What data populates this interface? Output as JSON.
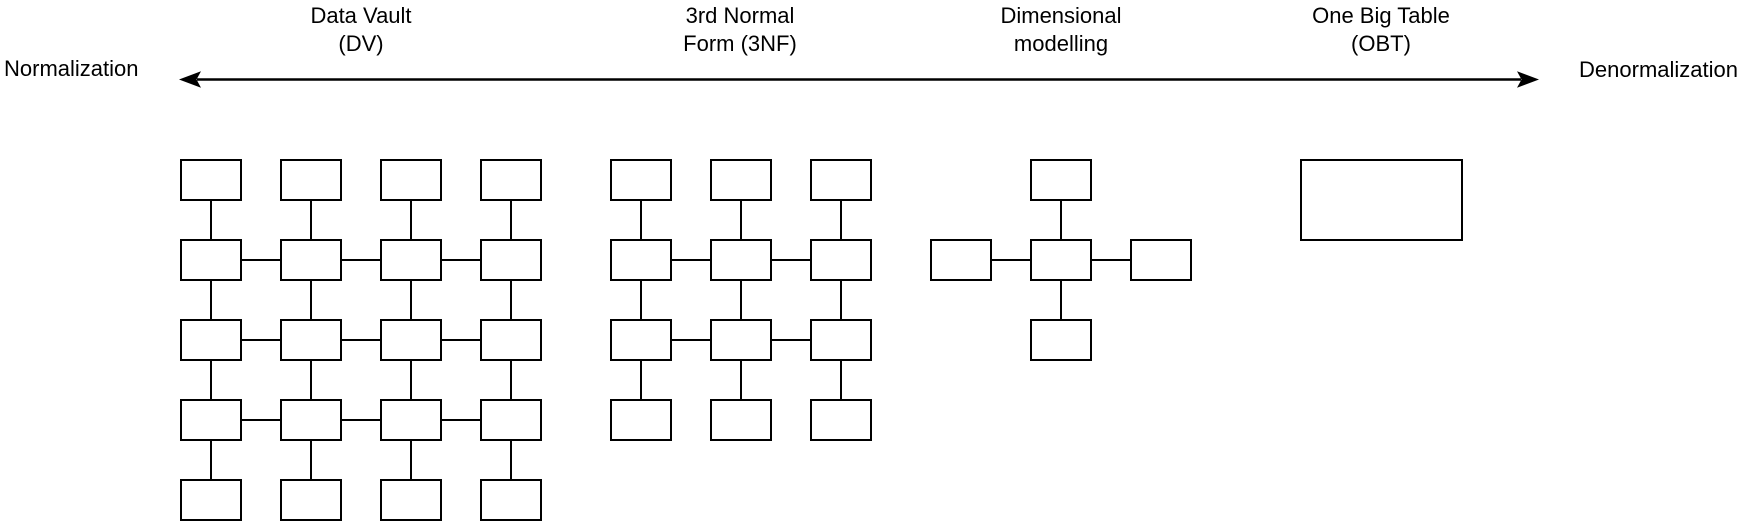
{
  "axis": {
    "left_label": "Normalization",
    "right_label": "Denormalization"
  },
  "methods": [
    {
      "id": "data-vault",
      "label_line1": "Data Vault",
      "label_line2": "(DV)",
      "diagram": {
        "type": "grid",
        "rows": 5,
        "cols": 4,
        "h_link_rows": [
          1,
          2,
          3
        ]
      }
    },
    {
      "id": "3nf",
      "label_line1": "3rd Normal",
      "label_line2": "Form (3NF)",
      "diagram": {
        "type": "grid",
        "rows": 4,
        "cols": 3,
        "h_link_rows": [
          1,
          2
        ]
      }
    },
    {
      "id": "dimensional",
      "label_line1": "Dimensional",
      "label_line2": "modelling",
      "diagram": {
        "type": "star",
        "dimension_boxes": 4
      }
    },
    {
      "id": "obt",
      "label_line1": "One Big Table",
      "label_line2": "(OBT)",
      "diagram": {
        "type": "single"
      }
    }
  ],
  "colors": {
    "background": "#ffffff",
    "line": "#000000",
    "box_fill": "#ffffff",
    "text": "#000000"
  }
}
